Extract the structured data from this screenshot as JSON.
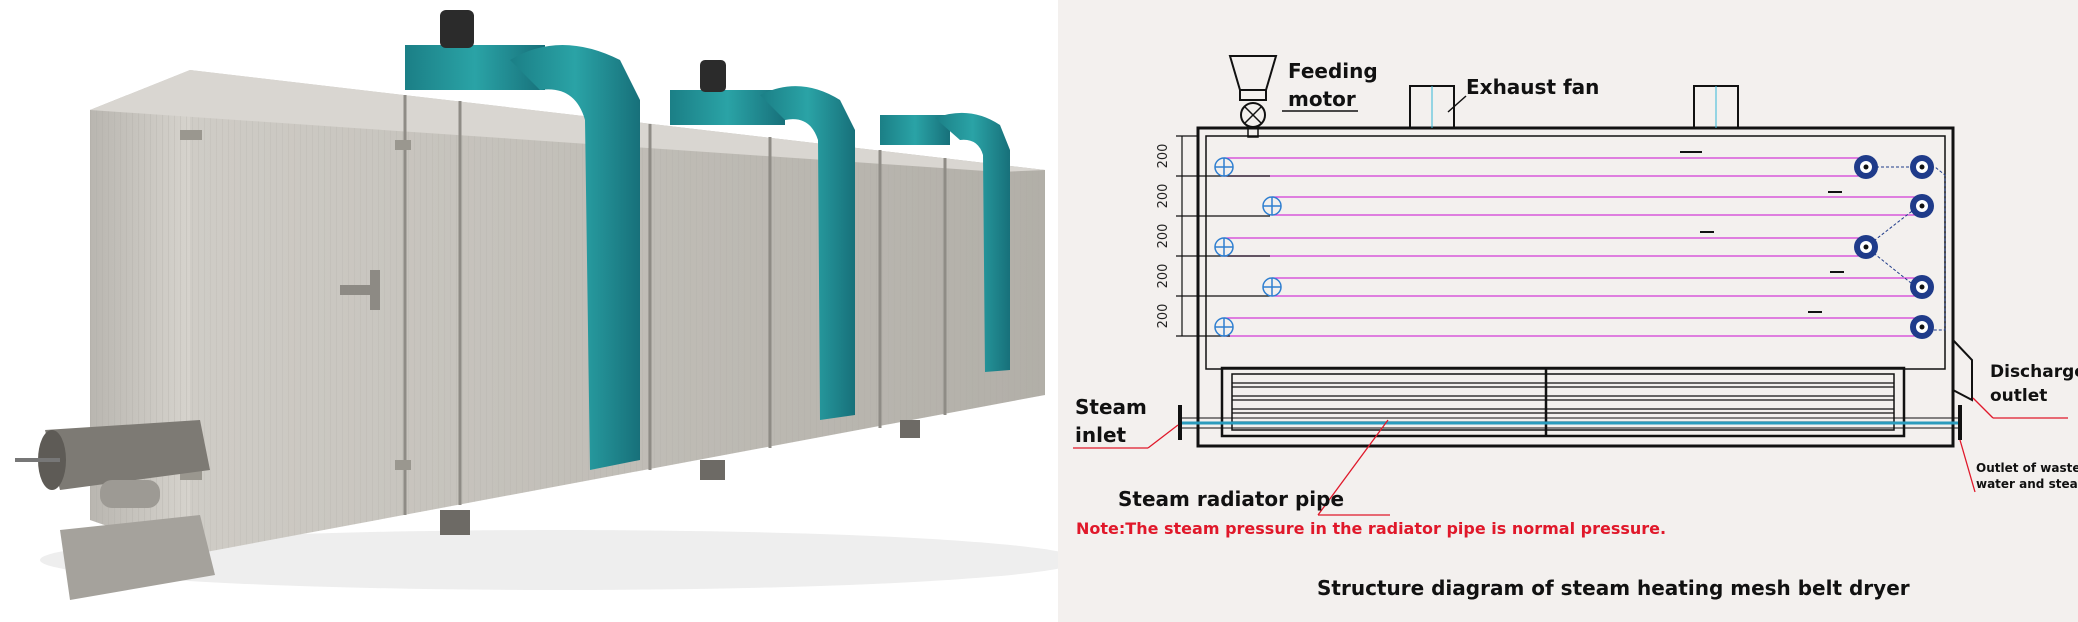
{
  "photo": {
    "subject": "steam heating mesh belt dryer machine"
  },
  "diagram": {
    "labels": {
      "feeding_motor_line1": "Feeding",
      "feeding_motor_line2": "motor",
      "exhaust_fan": "Exhaust fan",
      "steam_inlet_line1": "Steam",
      "steam_inlet_line2": "inlet",
      "discharge_outlet_line1": "Discharge",
      "discharge_outlet_line2": "outlet",
      "waste_outlet_line1": "Outlet of waste",
      "waste_outlet_line2": "water and steam",
      "steam_radiator_pipe": "Steam radiator pipe"
    },
    "dimensions": [
      "200",
      "200",
      "200",
      "200",
      "200"
    ],
    "note": "Note:The steam pressure in the radiator pipe is normal pressure.",
    "caption": "Structure diagram of steam heating mesh belt dryer"
  },
  "colors": {
    "belt": "#d23ad6",
    "teal_duct": "#1f8f95",
    "panel_gray": "#c9c6c0",
    "annotation_red": "#e0182a",
    "roller_blue": "#1f3b8a",
    "frame_black": "#111111"
  }
}
